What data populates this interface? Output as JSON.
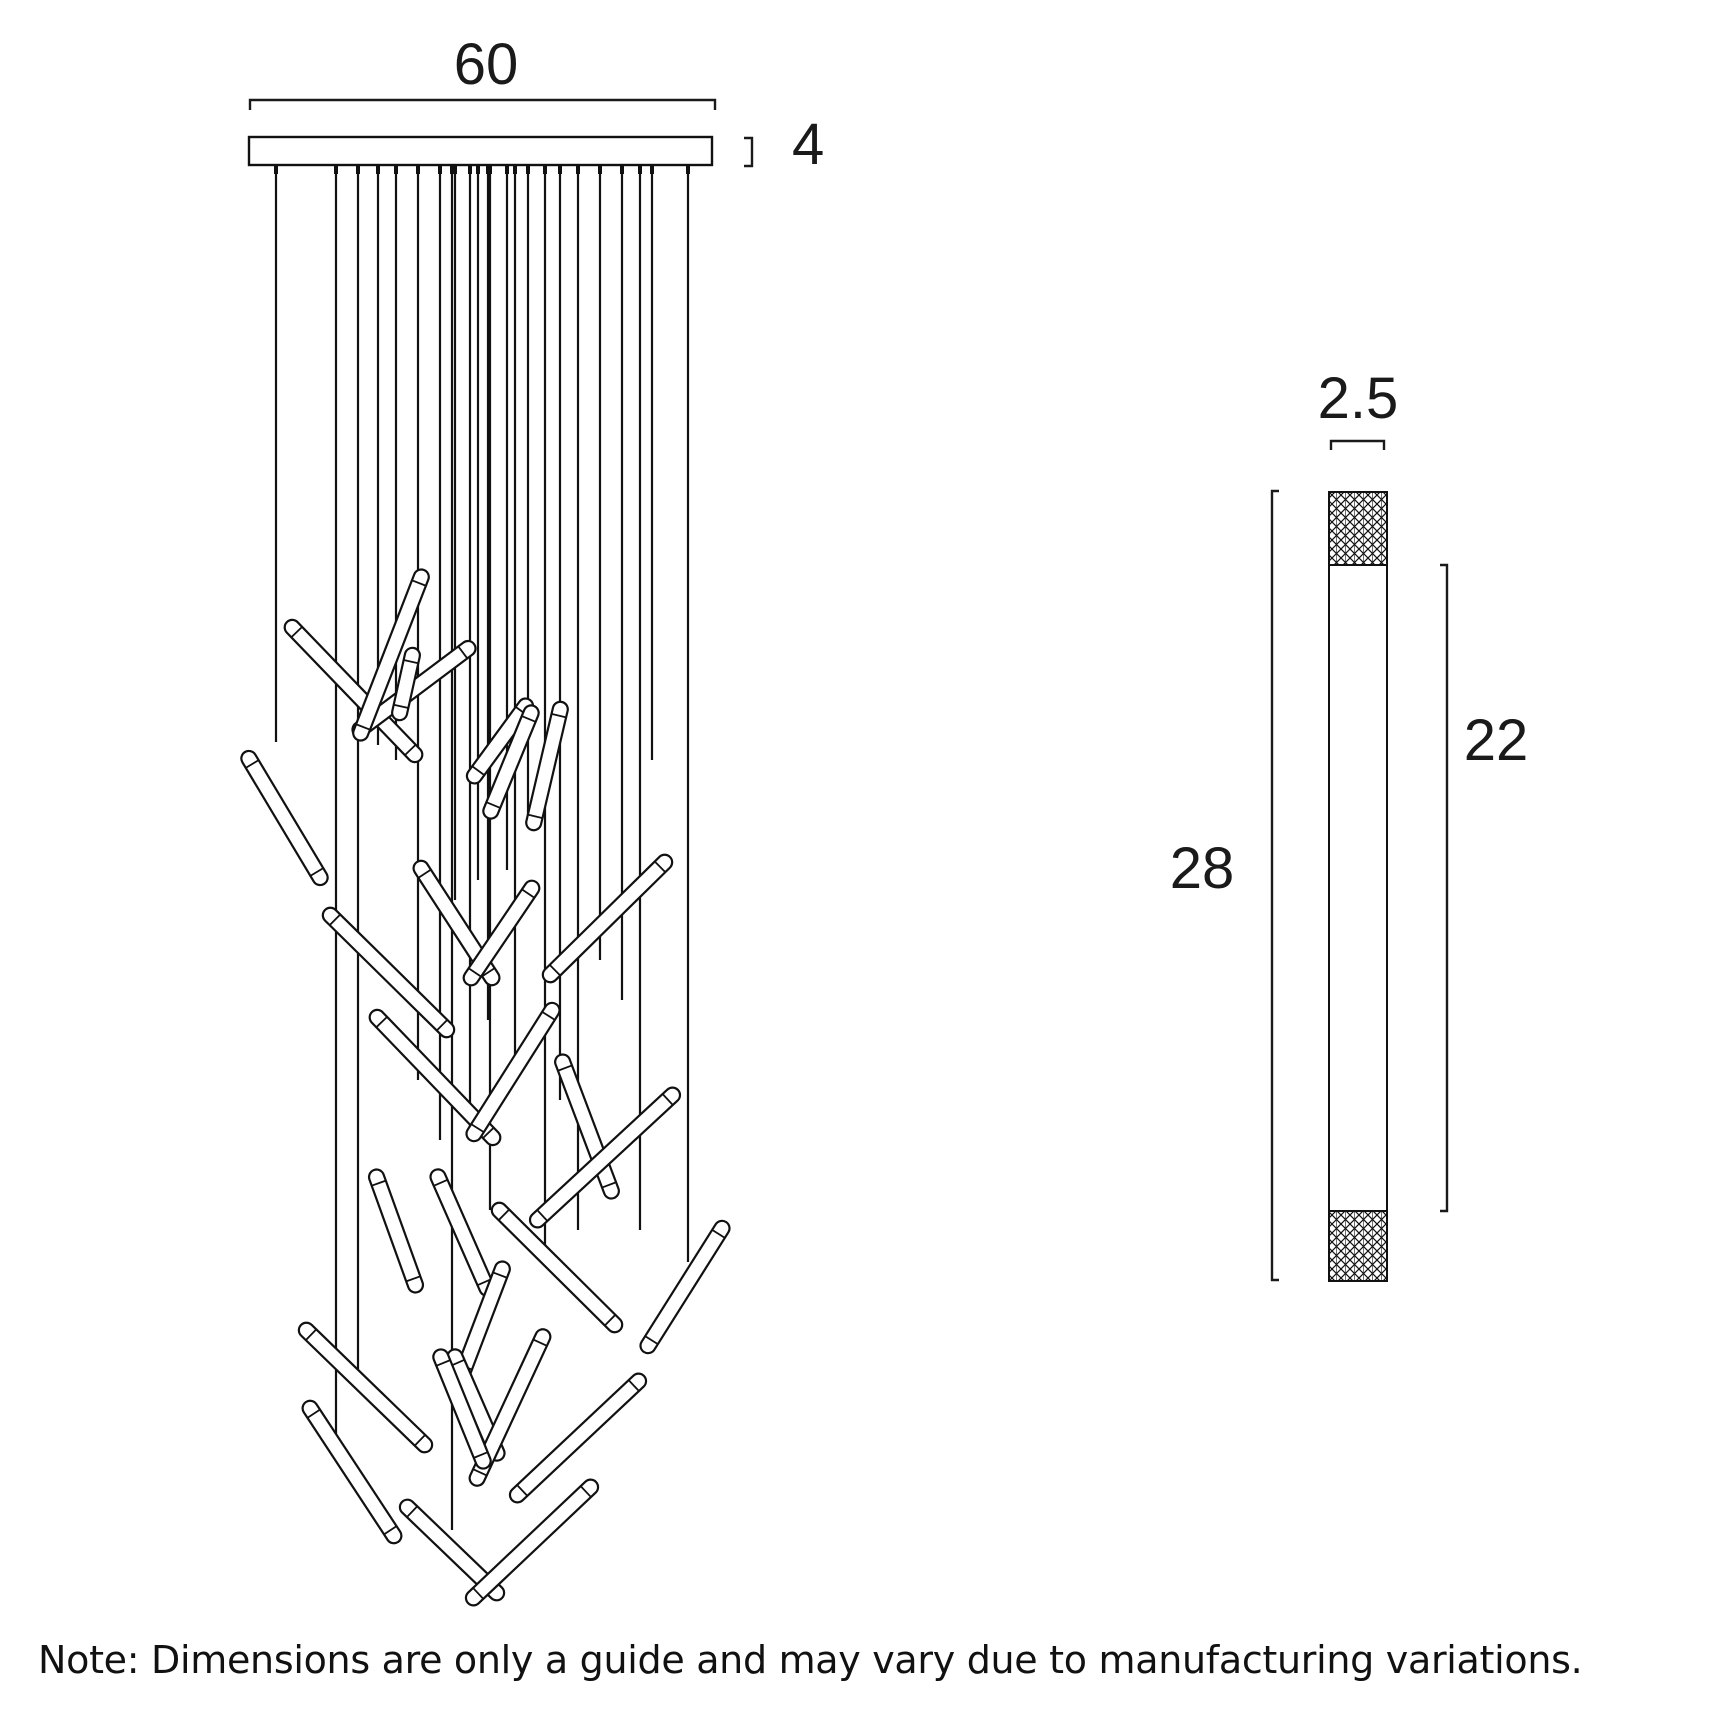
{
  "dimensions": {
    "canopy_width": "60",
    "canopy_height": "4",
    "tube_diameter": "2.5",
    "tube_total_length": "28",
    "tube_glow_length": "22"
  },
  "note": "Note: Dimensions are only a guide and may vary due to manufacturing variations.",
  "colors": {
    "line": "#111111",
    "background": "#ffffff"
  }
}
